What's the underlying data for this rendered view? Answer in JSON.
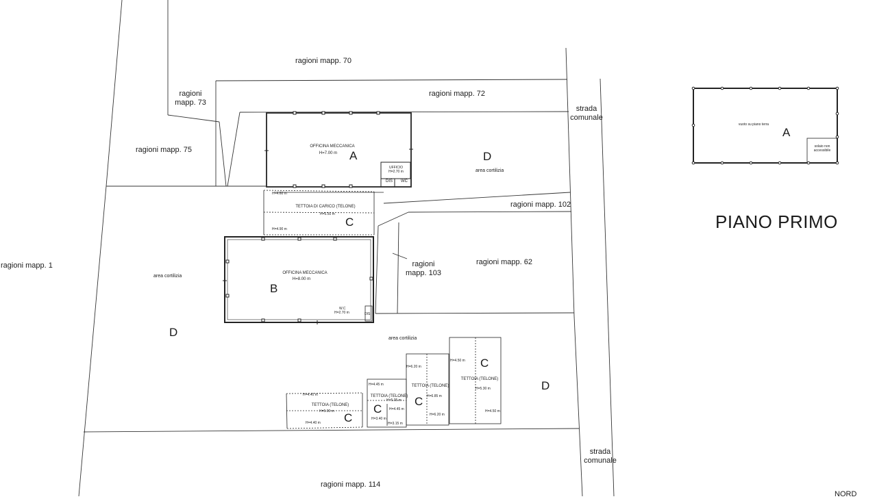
{
  "plan": {
    "title": "PIANO PRIMO",
    "north": "NORD",
    "boundaries": {
      "mapp70": "ragioni mapp. 70",
      "mapp72": "ragioni mapp. 72",
      "mapp73_l1": "ragioni",
      "mapp73_l2": "mapp. 73",
      "mapp75": "ragioni mapp. 75",
      "mapp1": "ragioni mapp. 1",
      "mapp102": "ragioni mapp. 102",
      "mapp103_l1": "ragioni",
      "mapp103_l2": "mapp. 103",
      "mapp62": "ragioni mapp. 62",
      "mapp114": "ragioni mapp. 114",
      "strada_top_l1": "strada",
      "strada_top_l2": "comunale",
      "strada_bot_l1": "strada",
      "strada_bot_l2": "comunale"
    },
    "area_labels": {
      "area_right": "area cortilizia",
      "area_left": "area cortilizia",
      "area_bottom": "area cortilizia"
    },
    "building_a": {
      "name": "OFFICINA MECCANICA",
      "height": "H=7.00 m",
      "letter": "A",
      "ufficio": "UFFICIO",
      "ufficio_h": "H=2.70 m",
      "dis": "DIS",
      "wc": "WC"
    },
    "canopy_top": {
      "h1": "H=4.60 m",
      "name": "TETTOIA  DI CARICO (TELONE)",
      "h2": "H=5.50 m",
      "letter": "C",
      "h3": "H=4.90 m"
    },
    "building_b": {
      "name": "OFFICINA MECCANICA",
      "height": "H=8.00 m",
      "letter": "B",
      "wc": "W.C",
      "wc_h": "H=2.70 m",
      "dis": "DIS"
    },
    "zone_letters": {
      "d_top": "D",
      "d_left": "D",
      "d_right": "D"
    },
    "tettoia_1": {
      "h1": "H=4.40 m",
      "name": "TETTOIA  (TELONE)",
      "h2": "H=5.00 m",
      "h3": "H=4.40 m",
      "letter": "C"
    },
    "tettoia_2": {
      "h1": "H=4.45 m",
      "name": "TETTOIA  (TELONE)",
      "h2": "H=5.05 m",
      "h3": "H=4.45 m",
      "h4": "H=3.40 m",
      "h5": "H=3.15 m",
      "letter": "C"
    },
    "tettoia_3": {
      "h1": "H=6.20 m",
      "name": "TETTOIA  (TELONE)",
      "h2": "H=6.85 m",
      "h3": "H=6.20 m",
      "letter": "C"
    },
    "tettoia_4": {
      "h1": "H=4.50 m",
      "name": "TETTOIA  (TELONE)",
      "h2": "H=5.30 m",
      "h3": "H=4.50 m",
      "letter": "C"
    },
    "first_floor": {
      "letter": "A",
      "void": "vuoto su piano terra",
      "note_l1": "solaio non",
      "note_l2": "accessibile"
    }
  }
}
